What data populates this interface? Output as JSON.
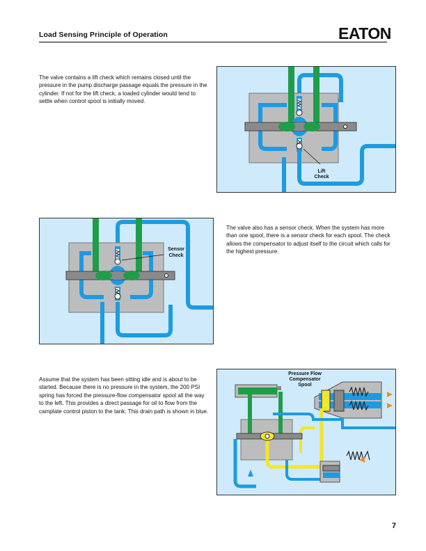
{
  "header": {
    "title": "Load Sensing Principle of Operation",
    "logo": "EATON"
  },
  "paragraphs": {
    "p1": "The valve contains a lift check which remains closed until the pressure in the pump discharge passage equals the pressure in the cylinder.  If not for the lift check, a loaded cylinder would tend to settle when control spool is initially moved.",
    "p2": "The valve also has a sensor check.  When the system has more than one spool, there is a sensor check for each spool. The check allows the compensator to adjust itself to the circuit which calls for the highest pressure.",
    "p3": "Assume that the system has been sitting idle and is about to be started.  Because there is no pressure in the system, the 200 PSI spring has forced the pressure-flow compensator spool all the way to the left.  This provides a direct passage for oil to flow from the camplate control piston to the tank.  This drain path is shown in blue."
  },
  "figures": {
    "fig1_label_line1": "Lift",
    "fig1_label_line2": "Check",
    "fig2_label_line1": "Sensor",
    "fig2_label_line2": "Check",
    "fig3_label_line1": "Pressure Flow",
    "fig3_label_line2": "Compensator",
    "fig3_label_line3": "Spool"
  },
  "colors": {
    "tank_blue": "#1e9be0",
    "work_green": "#1e9e48",
    "pump_yellow": "#f2e62a",
    "body_gray": "#bdbdbd",
    "spool_gray": "#8a8a8a",
    "arrow_orange": "#f08a2a",
    "figure_bg": "#cfeafa"
  },
  "page_number": "7"
}
